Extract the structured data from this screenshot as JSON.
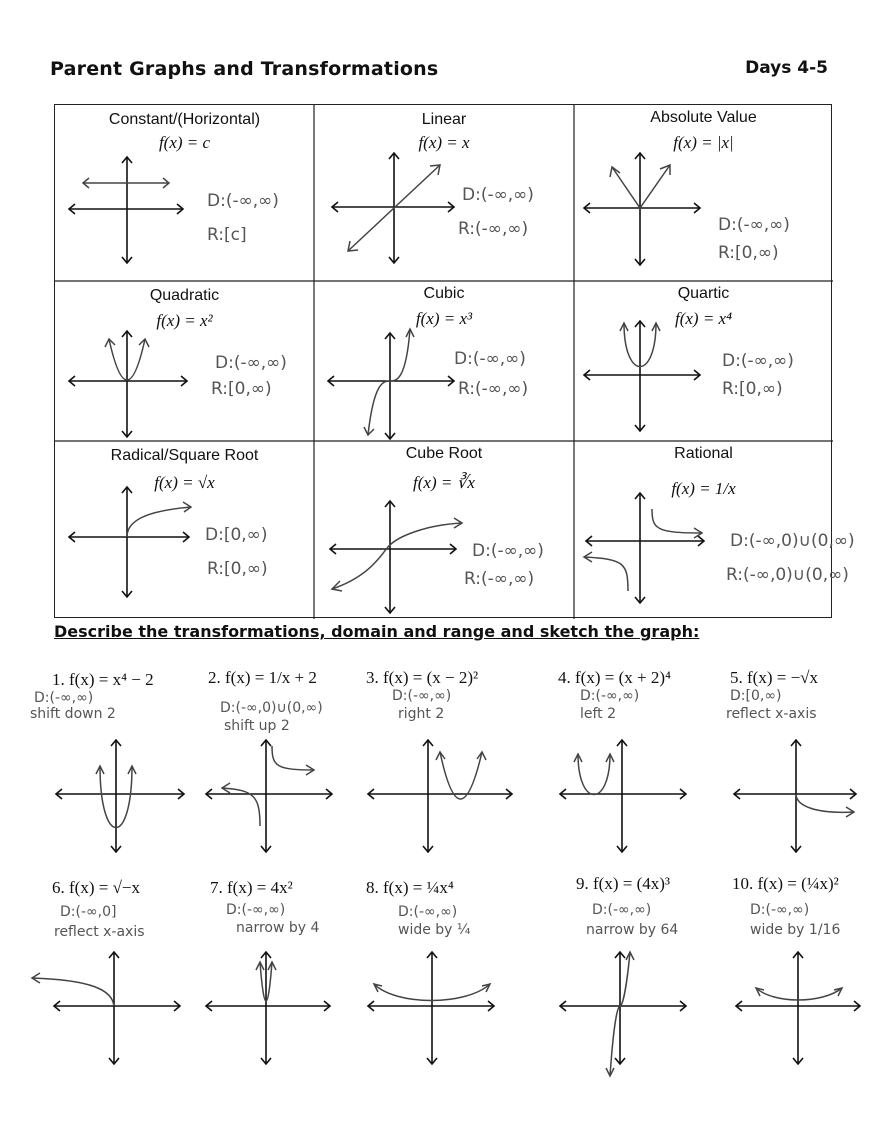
{
  "header": {
    "title": "Parent Graphs and Transformations",
    "days": "Days 4-5"
  },
  "parents": [
    {
      "name": "Constant/(Horizontal)",
      "func": "f(x) = c",
      "domain": "D:(-∞,∞)",
      "range": "R:[c]"
    },
    {
      "name": "Linear",
      "func": "f(x) = x",
      "domain": "D:(-∞,∞)",
      "range": "R:(-∞,∞)"
    },
    {
      "name": "Absolute Value",
      "func": "f(x) = |x|",
      "domain": "D:(-∞,∞)",
      "range": "R:[0,∞)"
    },
    {
      "name": "Quadratic",
      "func": "f(x) = x²",
      "domain": "D:(-∞,∞)",
      "range": "R:[0,∞)"
    },
    {
      "name": "Cubic",
      "func": "f(x) = x³",
      "domain": "D:(-∞,∞)",
      "range": "R:(-∞,∞)"
    },
    {
      "name": "Quartic",
      "func": "f(x) = x⁴",
      "domain": "D:(-∞,∞)",
      "range": "R:[0,∞)"
    },
    {
      "name": "Radical/Square Root",
      "func": "f(x) = √x",
      "domain": "D:[0,∞)",
      "range": "R:[0,∞)"
    },
    {
      "name": "Cube Root",
      "func": "f(x) = ∛x",
      "domain": "D:(-∞,∞)",
      "range": "R:(-∞,∞)"
    },
    {
      "name": "Rational",
      "func": "f(x) = 1/x",
      "domain": "D:(-∞,0)∪(0,∞)",
      "range": "R:(-∞,0)∪(0,∞)"
    }
  ],
  "instructions": "Describe the transformations, domain and range and sketch the graph:",
  "problems": [
    {
      "label": "1. f(x) = x⁴ − 2",
      "domain": "D:(-∞,∞)",
      "note": "shift down 2"
    },
    {
      "label": "2. f(x) = 1/x + 2",
      "domain": "D:(-∞,0)∪(0,∞)",
      "note": "shift up 2"
    },
    {
      "label": "3. f(x) = (x − 2)²",
      "domain": "D:(-∞,∞)",
      "note": "right 2"
    },
    {
      "label": "4. f(x) = (x + 2)⁴",
      "domain": "D:(-∞,∞)",
      "note": "left 2"
    },
    {
      "label": "5. f(x) = −√x",
      "domain": "D:[0,∞)",
      "note": "reflect x-axis"
    },
    {
      "label": "6. f(x) = √−x",
      "domain": "D:(-∞,0]",
      "note": "reflect x-axis"
    },
    {
      "label": "7. f(x) = 4x²",
      "domain": "D:(-∞,∞)",
      "note": "narrow by 4"
    },
    {
      "label": "8. f(x) = ¼x⁴",
      "domain": "D:(-∞,∞)",
      "note": "wide by ¼"
    },
    {
      "label": "9. f(x) = (4x)³",
      "domain": "D:(-∞,∞)",
      "note": "narrow by 64"
    },
    {
      "label": "10. f(x) = (¼x)²",
      "domain": "D:(-∞,∞)",
      "note": "wide by 1/16"
    }
  ]
}
